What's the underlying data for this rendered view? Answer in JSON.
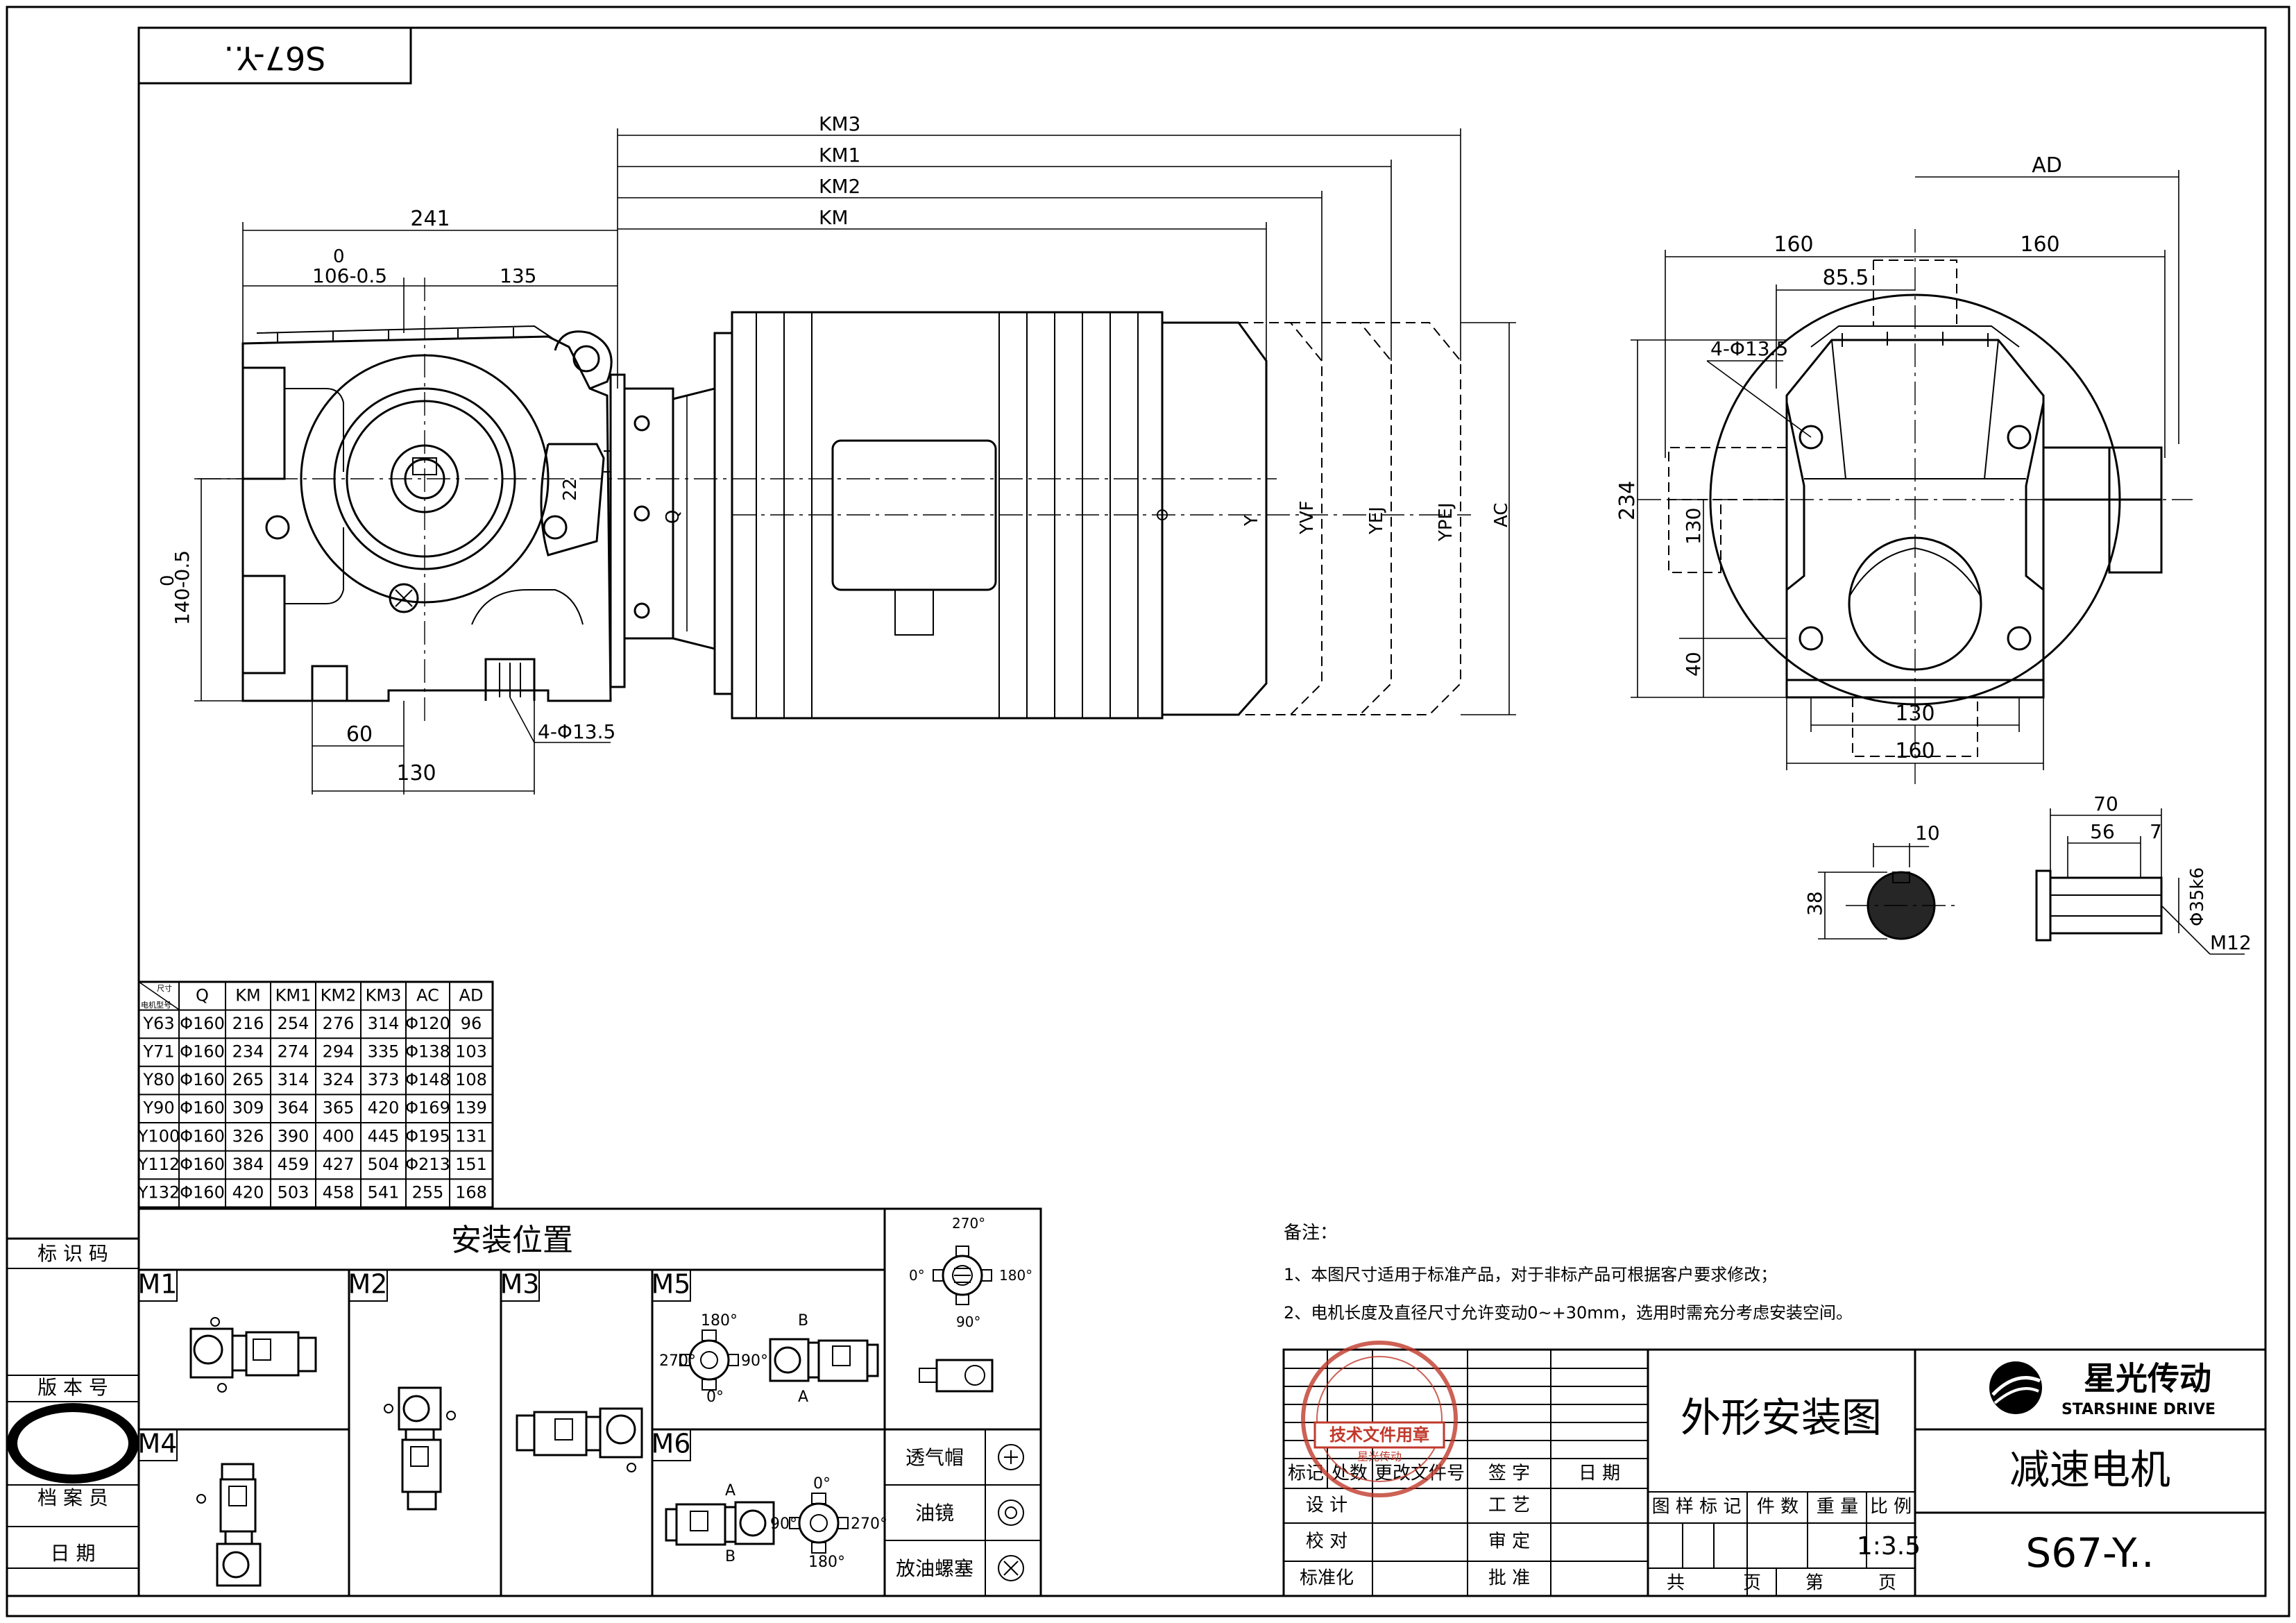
{
  "drawing": {
    "code_box": "S67-Y..",
    "side_labels": {
      "id_code": "标 识 码",
      "version": "版 本 号",
      "archivist": "档 案 员",
      "date": "日    期"
    }
  },
  "dimensions": {
    "front": {
      "km3": "KM3",
      "km1": "KM1",
      "km2": "KM2",
      "km": "KM",
      "d241": "241",
      "q": "Q",
      "d106": "106-0.5",
      "d106_sup": "0",
      "d135": "135",
      "d22": "22",
      "q_side": "Q",
      "y": "Y",
      "yvf": "YVF",
      "yej": "YEJ",
      "ypej": "YPEJ",
      "ac": "AC",
      "d140": "140-0.5",
      "d140_sup": "0",
      "d60": "60",
      "d130": "130",
      "holes": "4-Φ13.5"
    },
    "side": {
      "ad": "AD",
      "d160l": "160",
      "d160r": "160",
      "d85": "85.5",
      "holes": "4-Φ13.5",
      "d234": "234",
      "d130v": "130",
      "d40": "40",
      "d130h": "130",
      "d160b": "160"
    },
    "key": {
      "d10": "10",
      "d38": "38"
    },
    "shaft": {
      "d70": "70",
      "d56": "56",
      "d7": "7",
      "dia": "Φ35k6",
      "thread": "M12"
    }
  },
  "spec_table": {
    "corner_top": "尺寸",
    "corner_bottom": "电机型号",
    "columns": [
      "Q",
      "KM",
      "KM1",
      "KM2",
      "KM3",
      "AC",
      "AD"
    ],
    "rows": [
      [
        "Y63",
        "Φ160",
        "216",
        "254",
        "276",
        "314",
        "Φ120",
        "96"
      ],
      [
        "Y71",
        "Φ160",
        "234",
        "274",
        "294",
        "335",
        "Φ138",
        "103"
      ],
      [
        "Y80",
        "Φ160",
        "265",
        "314",
        "324",
        "373",
        "Φ148",
        "108"
      ],
      [
        "Y90",
        "Φ160",
        "309",
        "364",
        "365",
        "420",
        "Φ169",
        "139"
      ],
      [
        "Y100",
        "Φ160",
        "326",
        "390",
        "400",
        "445",
        "Φ195",
        "131"
      ],
      [
        "Y112",
        "Φ160",
        "384",
        "459",
        "427",
        "504",
        "Φ213",
        "151"
      ],
      [
        "Y132",
        "Φ160",
        "420",
        "503",
        "458",
        "541",
        "255",
        "168"
      ]
    ]
  },
  "mounting": {
    "title": "安装位置",
    "positions": [
      "M1",
      "M2",
      "M3",
      "M4",
      "M5",
      "M6"
    ],
    "angles": {
      "a0": "0°",
      "a90": "90°",
      "a180": "180°",
      "a270": "270°"
    },
    "letters": {
      "a": "A",
      "b": "B"
    },
    "legend": [
      "透气帽",
      "油镜",
      "放油螺塞"
    ]
  },
  "notes": {
    "header": "备注：",
    "items": [
      "1、本图尺寸适用于标准产品，对于非标产品可根据客户要求修改；",
      "2、电机长度及直径尺寸允许变动0~+30mm，选用时需充分考虑安装空间。"
    ]
  },
  "title_block": {
    "stamp_label": "技术文件用章",
    "stamp_sub": "星光传动",
    "col_headers": [
      "标记",
      "处数",
      "更改文件号",
      "签   字",
      "日   期"
    ],
    "left_rows": [
      "设    计",
      "校    对",
      "标准化"
    ],
    "mid_rows": [
      "工   艺",
      "审   定",
      "批   准"
    ],
    "drawing_title": "外形安装图",
    "product_name": "减速电机",
    "model": "S67-Y..",
    "grid_headers": [
      "图 样 标 记",
      "件 数",
      "重 量",
      "比 例"
    ],
    "scale": "1:3.5",
    "sheets": {
      "total": "共",
      "page1": "页",
      "nth": "第",
      "page2": "页"
    },
    "logo_cn": "星光传动",
    "logo_en": "STARSHINE DRIVE"
  }
}
